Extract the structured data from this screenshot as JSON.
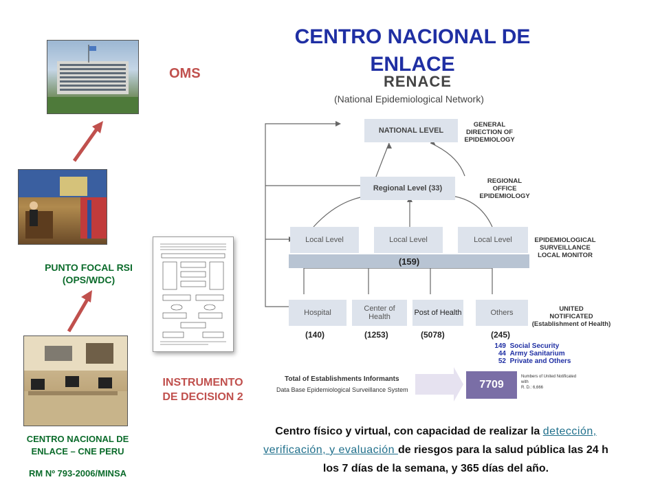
{
  "title": "CENTRO NACIONAL DE ENLACE",
  "oms_label": "OMS",
  "punto_focal": {
    "line1": "PUNTO FOCAL RSI",
    "line2": "(OPS/WDC)"
  },
  "cne": {
    "line1": "CENTRO NACIONAL DE",
    "line2": "ENLACE – CNE PERU",
    "rm": "RM Nº 793-2006/MINSA"
  },
  "instrumento": {
    "line1": "INSTRUMENTO",
    "line2": "DE DECISION 2"
  },
  "renace": {
    "name": "RENACE",
    "subtitle": "(National Epidemiological Network)",
    "national": "NATIONAL LEVEL",
    "national_side": [
      "GENERAL",
      "DIRECTION OF",
      "EPIDEMIOLOGY"
    ],
    "regional": "Regional Level (33)",
    "regional_side": [
      "REGIONAL",
      "OFFICE",
      "EPIDEMIOLOGY"
    ],
    "local": [
      "Local Level",
      "Local Level",
      "Local Level"
    ],
    "local_total": "(159)",
    "local_side": [
      "EPIDEMIOLOGICAL",
      "SURVEILLANCE",
      "LOCAL MONITOR"
    ],
    "establishments": [
      "Hospital",
      "Center of Health",
      "Post of Health",
      "Others"
    ],
    "counts": [
      "(140)",
      "(1253)",
      "(5078)",
      "(245)"
    ],
    "establishments_side": [
      "UNITED",
      "NOTIFICATED",
      "(Establishment of Health)"
    ],
    "others_breakdown": [
      {
        "n": "149",
        "label": "Social Security"
      },
      {
        "n": "44",
        "label": "Army Sanitarium"
      },
      {
        "n": "52",
        "label": "Private and Others"
      }
    ],
    "total_label": "Total of Establishments Informants",
    "total_sub": "Data Base  Epidemiological Surveillance System",
    "total_value": "7709",
    "total_note": [
      "Numbers of  United Notificated",
      "with",
      "R. D.: 6,666"
    ]
  },
  "bottom": {
    "part1": "Centro físico y virtual, con capacidad de realizar la ",
    "link1": "detección,",
    "link2": "verificación, y evaluación ",
    "part2": "de riesgos para la salud pública las 24 h",
    "line3": "los 7 días de la semana, y 365 días del año."
  }
}
